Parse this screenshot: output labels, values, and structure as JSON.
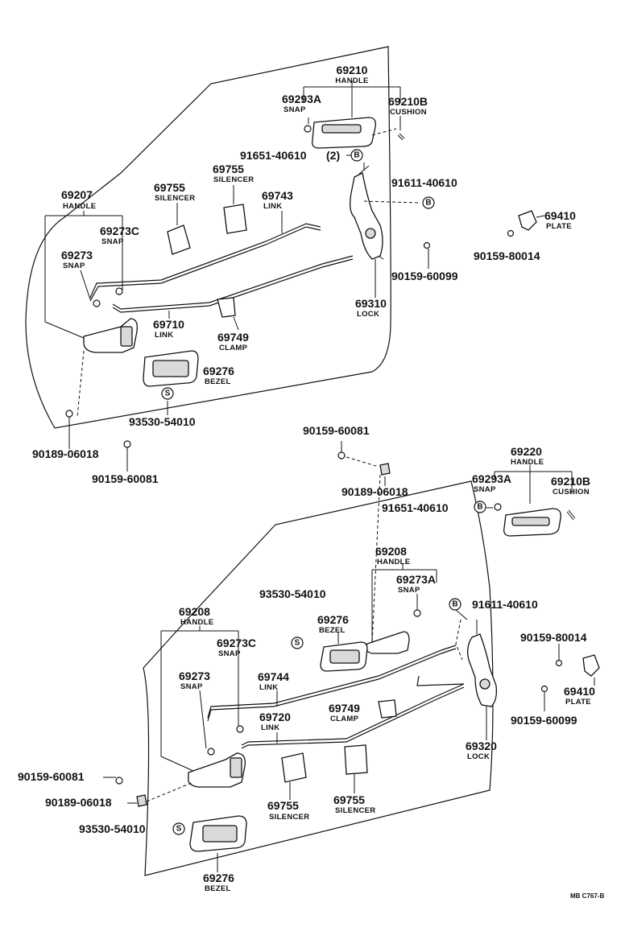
{
  "parts": [
    {
      "id": "p69210",
      "number": "69210",
      "name": "HANDLE"
    },
    {
      "id": "p69293a_1",
      "number": "69293A",
      "name": "SNAP"
    },
    {
      "id": "p69210b_1",
      "number": "69210B",
      "name": "CUSHION"
    },
    {
      "id": "p91651_1",
      "number": "91651-40610",
      "qty": "(2)"
    },
    {
      "id": "p91611_1",
      "number": "91611-40610"
    },
    {
      "id": "p69207",
      "number": "69207",
      "name": "HANDLE"
    },
    {
      "id": "p69755_a",
      "number": "69755",
      "name": "SILENCER"
    },
    {
      "id": "p69755_b",
      "number": "69755",
      "name": "SILENCER"
    },
    {
      "id": "p69743",
      "number": "69743",
      "name": "LINK"
    },
    {
      "id": "p69410_1",
      "number": "69410",
      "name": "PLATE"
    },
    {
      "id": "p90159_80014_1",
      "number": "90159-80014"
    },
    {
      "id": "p69273c_1",
      "number": "69273C",
      "name": "SNAP"
    },
    {
      "id": "p69273_1",
      "number": "69273",
      "name": "SNAP"
    },
    {
      "id": "p90159_60099_1",
      "number": "90159-60099"
    },
    {
      "id": "p69310",
      "number": "69310",
      "name": "LOCK"
    },
    {
      "id": "p69710",
      "number": "69710",
      "name": "LINK"
    },
    {
      "id": "p69749_1",
      "number": "69749",
      "name": "CLAMP"
    },
    {
      "id": "p69276_1",
      "number": "69276",
      "name": "BEZEL"
    },
    {
      "id": "p93530_1",
      "number": "93530-54010"
    },
    {
      "id": "p90189_1",
      "number": "90189-06018"
    },
    {
      "id": "p90159_60081_1",
      "number": "90159-60081"
    },
    {
      "id": "p90159_60081_2",
      "number": "90159-60081"
    },
    {
      "id": "p69220",
      "number": "69220",
      "name": "HANDLE"
    },
    {
      "id": "p69293a_2",
      "number": "69293A",
      "name": "SNAP"
    },
    {
      "id": "p69210b_2",
      "number": "69210B",
      "name": "CUSHION"
    },
    {
      "id": "p90189_2",
      "number": "90189-06018"
    },
    {
      "id": "p91651_2",
      "number": "91651-40610"
    },
    {
      "id": "p69208_a",
      "number": "69208",
      "name": "HANDLE"
    },
    {
      "id": "p69273a_2",
      "number": "69273A",
      "name": "SNAP"
    },
    {
      "id": "p93530_2",
      "number": "93530-54010"
    },
    {
      "id": "p69276_2",
      "number": "69276",
      "name": "BEZEL"
    },
    {
      "id": "p91611_2",
      "number": "91611-40610"
    },
    {
      "id": "p69208_b",
      "number": "69208",
      "name": "HANDLE"
    },
    {
      "id": "p69273c_2",
      "number": "69273C",
      "name": "SNAP"
    },
    {
      "id": "p90159_80014_2",
      "number": "90159-80014"
    },
    {
      "id": "p69273_2",
      "number": "69273",
      "name": "SNAP"
    },
    {
      "id": "p69744",
      "number": "69744",
      "name": "LINK"
    },
    {
      "id": "p69410_2",
      "number": "69410",
      "name": "PLATE"
    },
    {
      "id": "p69749_2",
      "number": "69749",
      "name": "CLAMP"
    },
    {
      "id": "p90159_60099_2",
      "number": "90159-60099"
    },
    {
      "id": "p69720",
      "number": "69720",
      "name": "LINK"
    },
    {
      "id": "p69320",
      "number": "69320",
      "name": "LOCK"
    },
    {
      "id": "p90159_60081_3",
      "number": "90159-60081"
    },
    {
      "id": "p90189_3",
      "number": "90189-06018"
    },
    {
      "id": "p69755_c",
      "number": "69755",
      "name": "SILENCER"
    },
    {
      "id": "p69755_d",
      "number": "69755",
      "name": "SILENCER"
    },
    {
      "id": "p93530_3",
      "number": "93530-54010"
    },
    {
      "id": "p69276_3",
      "number": "69276",
      "name": "BEZEL"
    }
  ],
  "symbols": {
    "bolt": "B",
    "screw": "S"
  },
  "reference_code": "MB C767-B"
}
